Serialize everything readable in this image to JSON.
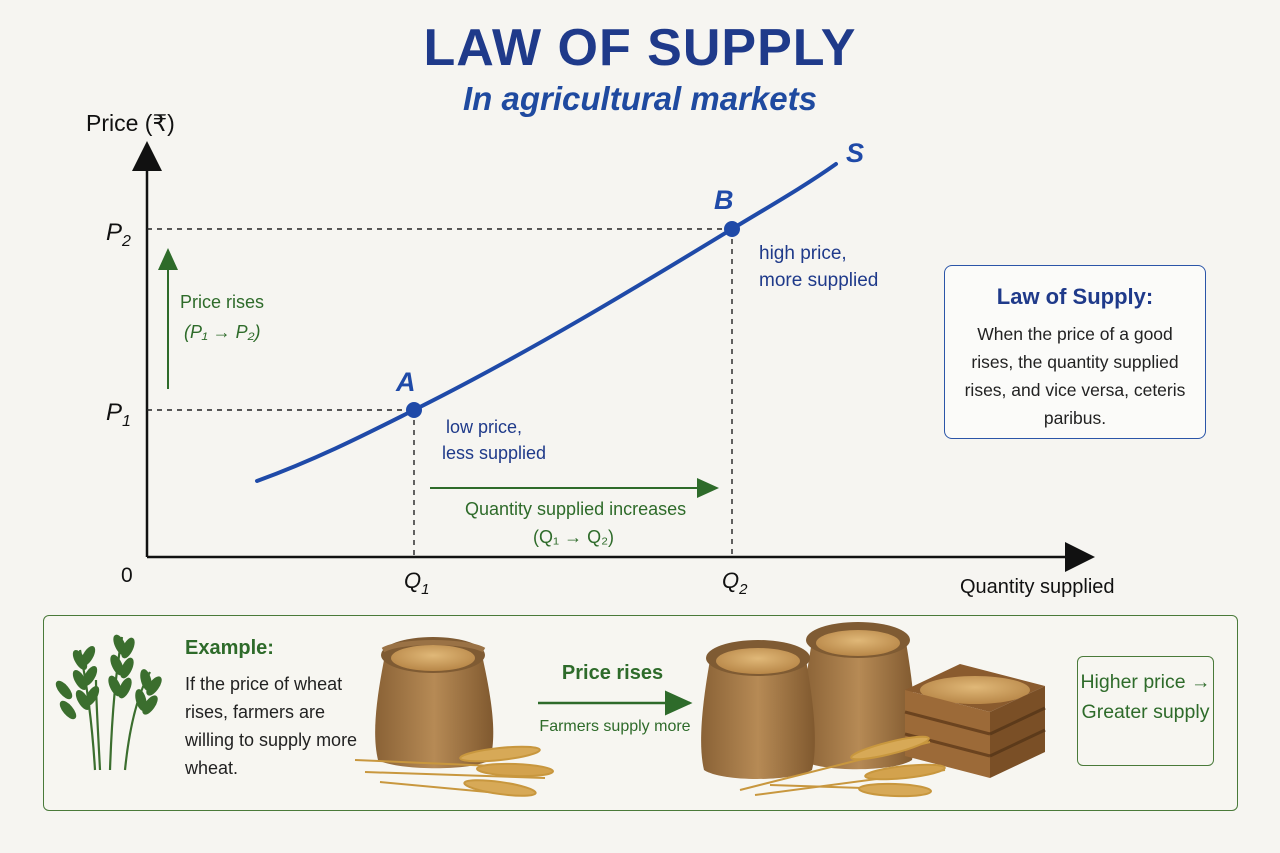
{
  "header": {
    "title": "LAW OF SUPPLY",
    "subtitle": "In agricultural markets"
  },
  "chart_data": {
    "type": "line",
    "y_axis_label": "Price (₹)",
    "x_axis_label": "Quantity supplied",
    "origin_label": "0",
    "curve_label": "S",
    "x_ticks": [
      {
        "base": "Q",
        "sub": "1"
      },
      {
        "base": "Q",
        "sub": "2"
      }
    ],
    "y_ticks": [
      {
        "base": "P",
        "sub": "1"
      },
      {
        "base": "P",
        "sub": "2"
      }
    ],
    "points": [
      {
        "label": "A",
        "x": "Q1",
        "y": "P1",
        "note_line1": "low price,",
        "note_line2": "less supplied"
      },
      {
        "label": "B",
        "x": "Q2",
        "y": "P2",
        "note_line1": "high price,",
        "note_line2": "more supplied"
      }
    ],
    "price_arrow": {
      "line1": "Price rises",
      "line2": "(P₁ → P₂)"
    },
    "quantity_arrow": {
      "line1": "Quantity supplied increases",
      "line2": "(Q₁ → Q₂)"
    }
  },
  "info_box": {
    "heading": "Law of Supply:",
    "text": "When the price of a good rises, the quantity supplied rises, and vice versa, ceteris paribus."
  },
  "example": {
    "heading": "Example:",
    "text": "If the price of wheat rises, farmers are willing to supply more wheat.",
    "arrow_top": "Price rises",
    "arrow_bottom": "Farmers supply more",
    "result": "Higher price → Greater supply",
    "icons": [
      "wheat-stalks-icon",
      "grain-sack-icon",
      "grain-crate-icon"
    ]
  },
  "colors": {
    "blue": "#1f4aa8",
    "green": "#2e6b2a",
    "burlap": "#a47a4a",
    "grain": "#c99a55"
  }
}
